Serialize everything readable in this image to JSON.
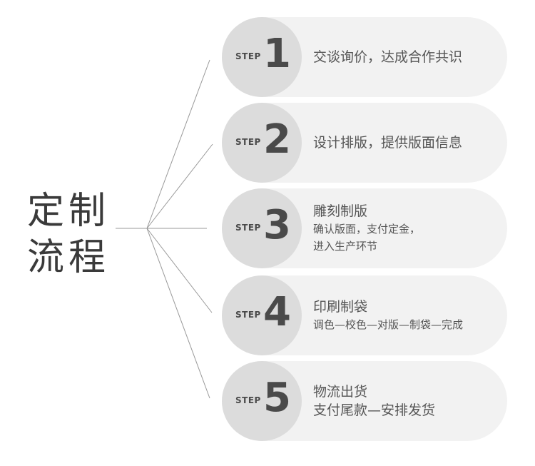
{
  "title": {
    "line1": "定制",
    "line2": "流程"
  },
  "step_word": "STEP",
  "steps": [
    {
      "number": "1",
      "lines": [
        "交谈询价，达成合作共识"
      ]
    },
    {
      "number": "2",
      "lines": [
        "设计排版，提供版面信息"
      ]
    },
    {
      "number": "3",
      "lines": [
        "雕刻制版",
        "确认版面，支付定金，",
        "进入生产环节"
      ]
    },
    {
      "number": "4",
      "lines": [
        "印刷制袋",
        "调色—校色—对版—制袋—完成"
      ]
    },
    {
      "number": "5",
      "lines": [
        "物流出货",
        "支付尾款—安排发货"
      ]
    }
  ],
  "colors": {
    "pill": "#f2f2f2",
    "circle": "#dcdcdc",
    "text": "#555555",
    "title": "#3a3a3a",
    "lines": "#999999"
  }
}
